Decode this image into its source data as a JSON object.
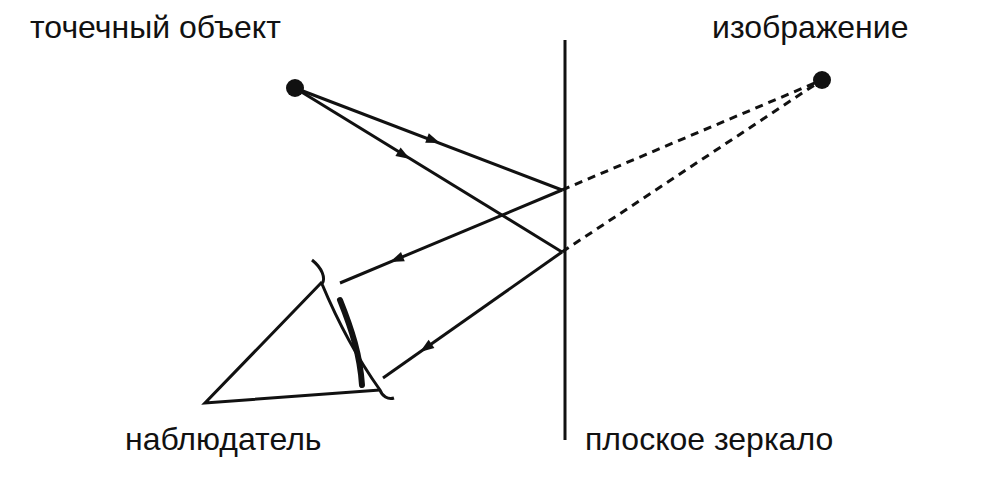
{
  "diagram": {
    "labels": [
      "точечный объект",
      "изображение",
      "наблюдатель",
      "плоское зеркало"
    ]
  }
}
